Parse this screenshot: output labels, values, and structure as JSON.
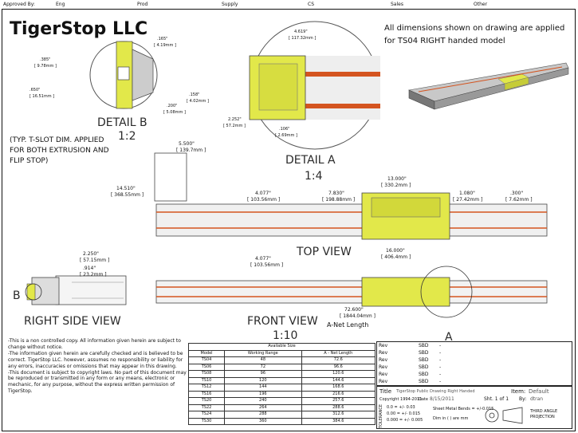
{
  "approvals": {
    "approved_by": "Approved By:",
    "fields": [
      "Eng",
      "Prod",
      "Supply",
      "CS",
      "Sales",
      "Other"
    ]
  },
  "company": "TigerStop LLC",
  "note_dimensions": "All dimensions shown on drawing are applied for TS04 RIGHT handed model",
  "detail_b": {
    "title": "DETAIL B",
    "scale": "1:2",
    "dims": [
      ".165\"",
      "[ 4.19mm ]",
      ".385\"",
      "[ 9.78mm ]",
      ".650\"",
      "[ 16.51mm ]",
      ".158\"",
      "[ 4.02mm ]",
      ".200\"",
      "[ 5.08mm ]"
    ]
  },
  "tslot_note": "(TYP. T-SLOT DIM. APPLIED FOR BOTH EXTRUSION AND FLIP STOP)",
  "detail_a": {
    "title": "DETAIL A",
    "scale": "1:4",
    "dims": [
      "4.619\"",
      "[ 117.32mm ]",
      "2.252\"",
      "[ 57.2mm ]",
      ".106\"",
      "[ 2.69mm ]"
    ]
  },
  "top_view": {
    "title": "TOP VIEW",
    "dims": [
      "5.500\"",
      "[ 139.7mm ]",
      "14.510\"",
      "[ 368.55mm ]",
      "4.077\"",
      "[ 103.56mm ]",
      "7.830\"",
      "[ 198.88mm ]",
      "13.000\"",
      "[ 330.2mm ]",
      "1.080\"",
      "[ 27.42mm ]",
      ".300\"",
      "[ 7.62mm ]",
      "16.000\"",
      "[ 406.4mm ]"
    ]
  },
  "right_side_view": {
    "title": "RIGHT SIDE VIEW",
    "marker": "B",
    "dims": [
      "2.250\"",
      "[ 57.15mm ]",
      ".914\"",
      "[ 23.2mm ]"
    ]
  },
  "front_view": {
    "title": "FRONT VIEW",
    "scale": "1:10",
    "marker": "A",
    "dims": [
      "4.077\"",
      "[ 103.56mm ]",
      "72.600\"",
      "[ 1844.04mm ]"
    ],
    "net_label": "A-Net Length"
  },
  "disclaimer": [
    "-This is a non controlled copy. All information given herein are subject to change without notice.",
    "-The information given herein are carefully checked and is believed to be correct. TigerStop LLC. however, assumes no responsibility or liability for any errors, inaccuracies or omissions that may appear in this drawing.",
    "-This document is subject to copyright laws. No part of this document may be reproduced or transmitted in any form or any means, electronic or mechanic, for any purpose, without the express written permission of TigerStop."
  ],
  "size_table": {
    "title": "Available Size",
    "headers": [
      "Model",
      "Working Range",
      "A - Net Length"
    ],
    "rows": [
      [
        "TS04",
        "48",
        "72.6"
      ],
      [
        "TS06",
        "72",
        "96.6"
      ],
      [
        "TS08",
        "96",
        "120.6"
      ],
      [
        "TS10",
        "120",
        "144.6"
      ],
      [
        "TS12",
        "144",
        "168.6"
      ],
      [
        "TS16",
        "196",
        "216.6"
      ],
      [
        "TS20",
        "240",
        "257.6"
      ],
      [
        "TS22",
        "264",
        "288.6"
      ],
      [
        "TS24",
        "288",
        "312.6"
      ],
      [
        "TS30",
        "360",
        "384.6"
      ]
    ]
  },
  "rev_rows": [
    {
      "rev": "Rev",
      "sbd": "SBD",
      "dash": "-"
    },
    {
      "rev": "Rev",
      "sbd": "SBD",
      "dash": "-"
    },
    {
      "rev": "Rev",
      "sbd": "SBD",
      "dash": "-"
    },
    {
      "rev": "Rev",
      "sbd": "SBD",
      "dash": "-"
    },
    {
      "rev": "Rev",
      "sbd": "SBD",
      "dash": "-"
    },
    {
      "rev": "Rev",
      "sbd": "SBD",
      "dash": "-"
    }
  ],
  "title_block": {
    "title_label": "Title",
    "title_value": "TigerStop Public Drawing Right Handed",
    "item_label": "Item:",
    "item_value": "Default",
    "copyright": "Copyright 1994-2011",
    "date_label": "Date",
    "date_value": "8/15/2011",
    "sheet": "Sht. 1  of  1",
    "by_label": "By:",
    "by_value": "dtran",
    "tolerance_label": "TOLERANCE",
    "tol": [
      "0.0   = +/- 0.03",
      "0.00  = +/- 0.015",
      "0.000 = +/- 0.005"
    ],
    "sheet_metal": "Sheet Metal Bends = +/-0.015",
    "dim_note": "Dim in ( ) are mm",
    "projection": "THIRD ANGLE PROJECTION"
  },
  "colors": {
    "yellow": "#e2e84a",
    "red": "#d4541f",
    "ink": "#222222"
  }
}
